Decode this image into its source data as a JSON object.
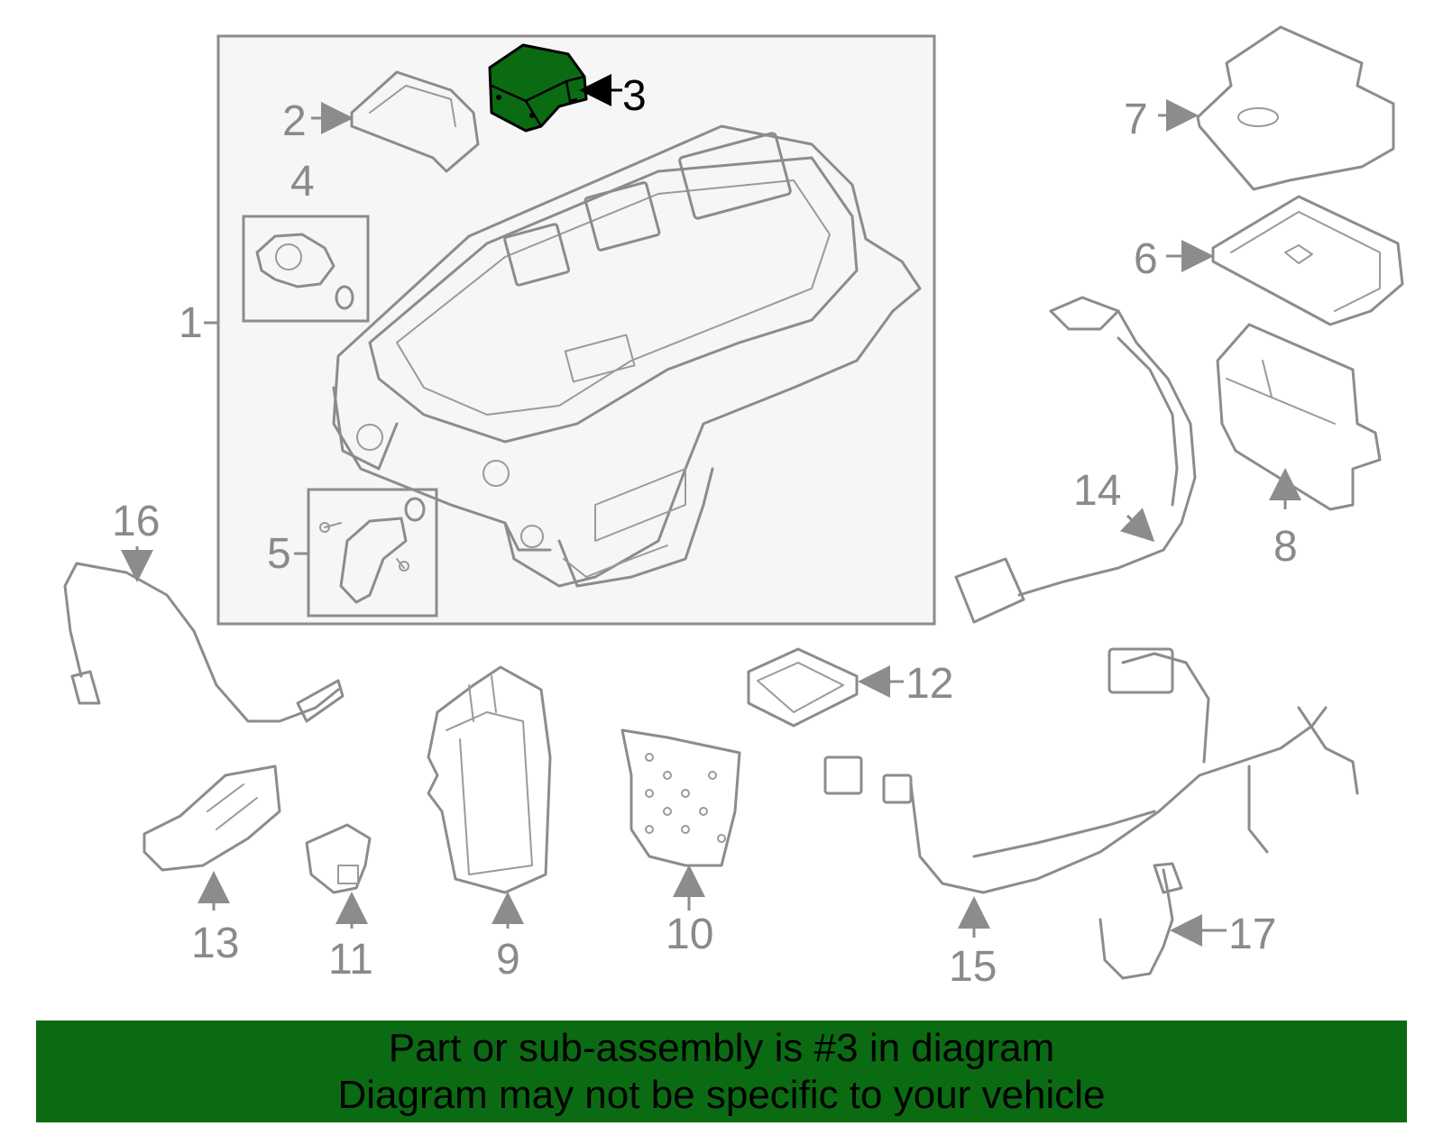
{
  "callouts": {
    "c1": "1",
    "c2": "2",
    "c3": "3",
    "c4": "4",
    "c5": "5",
    "c6": "6",
    "c7": "7",
    "c8": "8",
    "c9": "9",
    "c10": "10",
    "c11": "11",
    "c12": "12",
    "c13": "13",
    "c14": "14",
    "c15": "15",
    "c16": "16",
    "c17": "17"
  },
  "highlight": {
    "part": "3",
    "color": "#0b6b13"
  },
  "banner": {
    "line1": "Part or sub-assembly is #3 in diagram",
    "line2": "Diagram may not be specific to your vehicle",
    "background": "#0b6b13"
  }
}
